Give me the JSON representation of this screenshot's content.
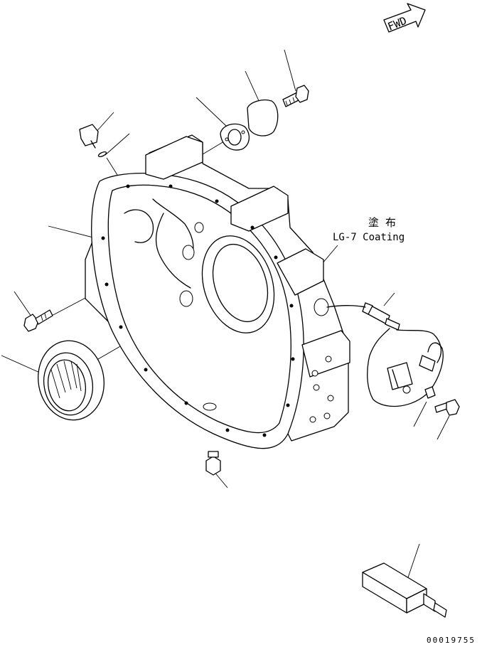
{
  "direction_marker": {
    "label": "FWD"
  },
  "annotation": {
    "jp_text": "塗 布",
    "en_text": "LG-7 Coating"
  },
  "drawing_number": "00019755",
  "components": [
    "fwd-arrow-icon",
    "flywheel-housing",
    "mounting-bolt",
    "cover-plate",
    "cover-gasket",
    "breather-plug",
    "o-ring",
    "oil-seal",
    "housing-bolt",
    "drain-plug",
    "rotation-sensor",
    "sensor-wire-harness",
    "wire-clamp",
    "clamp-bolt",
    "sensor-tool"
  ]
}
